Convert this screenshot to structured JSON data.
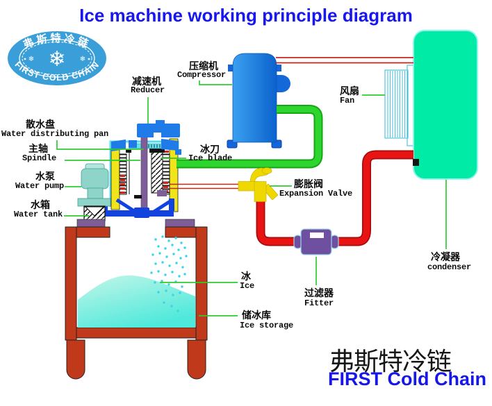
{
  "title": "Ice machine working principle diagram",
  "logo": {
    "arc_top": "弗斯特冷链",
    "arc_bottom": "FIRST COLD CHAIN"
  },
  "brand": {
    "zh": "弗斯特冷链",
    "en": "FIRST Cold Chain"
  },
  "labels": {
    "reducer": {
      "zh": "减速机",
      "en": "Reducer"
    },
    "compressor": {
      "zh": "压缩机",
      "en": "Compressor"
    },
    "fan": {
      "zh": "风扇",
      "en": "Fan"
    },
    "pan": {
      "zh": "散水盘",
      "en": "Water distributing pan"
    },
    "spindle": {
      "zh": "主轴",
      "en": "Spindle"
    },
    "pump": {
      "zh": "水泵",
      "en": "Water pump"
    },
    "tank": {
      "zh": "水箱",
      "en": "Water tank"
    },
    "ice_blade": {
      "zh": "冰刀",
      "en": "Ice blade"
    },
    "expansion_valve": {
      "zh": "膨胀阀",
      "en": "Expansion Valve"
    },
    "fitter": {
      "zh": "过滤器",
      "en": "Fitter"
    },
    "condenser": {
      "zh": "冷凝器",
      "en": "condenser"
    },
    "ice": {
      "zh": "冰",
      "en": "Ice"
    },
    "ice_storage": {
      "zh": "储冰库",
      "en": "Ice storage"
    }
  },
  "colors": {
    "title_blue": "#1717EE",
    "logo_blue": "#3A9FD9",
    "compressor_blue": "#1E7BE8",
    "condenser_green": "#00EBA6",
    "suction_pipe_green": "#2ED52E",
    "liquid_pipe_red": "#E81414",
    "discharge_line_red": "#C22818",
    "valve_yellow": "#EFD800",
    "filter_purple": "#6F4FA0",
    "evaporator_yellow": "#F2E41A",
    "spindle_purple": "#7E5E96",
    "pump_teal": "#8FD4C8",
    "bin_brick_red": "#C0391B",
    "ice_cyan": "#4FE9DB",
    "leader_green": "#2ECC2E",
    "funnel_blue": "#1243DF"
  }
}
